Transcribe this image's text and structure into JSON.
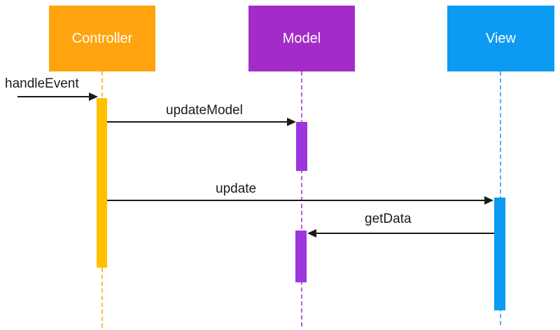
{
  "diagram": {
    "type": "uml-sequence",
    "background_color": "#ffffff",
    "participants": [
      {
        "name": "Controller",
        "box_color": "#FFA40E",
        "activation_color": "#FFC000",
        "lifeline_color": "#FFBA40",
        "label_color": "#ffffff"
      },
      {
        "name": "Model",
        "box_color": "#A32CC8",
        "activation_color": "#9D36DD",
        "lifeline_color": "#B160DB",
        "label_color": "#ffffff"
      },
      {
        "name": "View",
        "box_color": "#0C9AF2",
        "activation_color": "#0C9AF2",
        "lifeline_color": "#58AFF5",
        "label_color": "#ffffff"
      }
    ],
    "messages": [
      {
        "label": "handleEvent",
        "from": "external",
        "to": "Controller",
        "direction": "right"
      },
      {
        "label": "updateModel",
        "from": "Controller",
        "to": "Model",
        "direction": "right"
      },
      {
        "label": "update",
        "from": "Controller",
        "to": "View",
        "direction": "right"
      },
      {
        "label": "getData",
        "from": "View",
        "to": "Model",
        "direction": "left"
      }
    ],
    "line_color": "#1a1a1a",
    "text_color": "#1b1b1b"
  }
}
